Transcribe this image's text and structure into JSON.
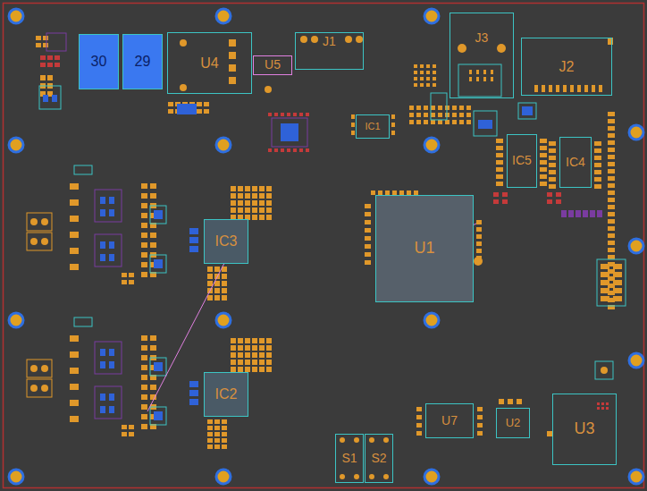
{
  "diagram": {
    "nodes": [
      {
        "text": [
          "30"
        ]
      },
      {
        "text": [
          "29"
        ]
      },
      {
        "text": [
          "U4"
        ]
      },
      {
        "text": [
          "U5"
        ]
      },
      {
        "text": [
          "J1"
        ]
      },
      {
        "text": [
          "J3"
        ]
      },
      {
        "text": [
          "J2"
        ]
      },
      {
        "text": [
          "IC1"
        ]
      },
      {
        "text": [
          "IC5"
        ]
      },
      {
        "text": [
          "IC4"
        ]
      },
      {
        "text": [
          "IC3"
        ]
      },
      {
        "text": [
          "U1"
        ]
      },
      {
        "text": [
          "IC2"
        ]
      },
      {
        "text": [
          "U7"
        ]
      },
      {
        "text": [
          "U2"
        ]
      },
      {
        "text": [
          "S1"
        ]
      },
      {
        "text": [
          "S2"
        ]
      },
      {
        "text": [
          "U3"
        ]
      }
    ]
  }
}
